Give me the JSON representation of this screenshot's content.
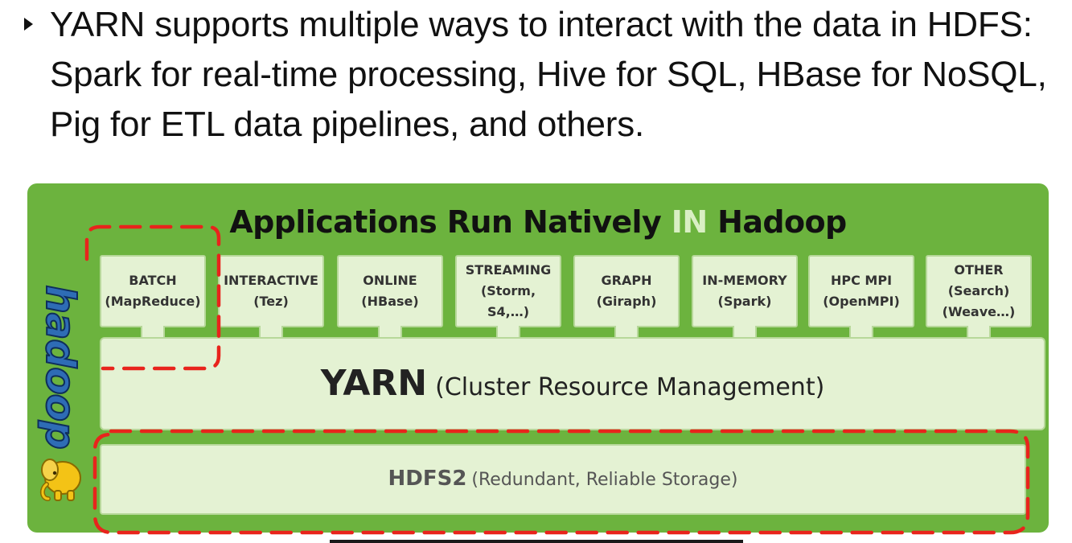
{
  "bullet": {
    "text": "YARN supports multiple ways to interact with the data in HDFS: Spark for real-time processing, Hive for SQL, HBase for NoSQL, Pig for ETL data pipelines, and others."
  },
  "diagram": {
    "title_part1": "Applications Run Natively ",
    "title_highlight": "IN",
    "title_part2": " Hadoop",
    "apps": [
      {
        "line1": "BATCH",
        "line2": "(MapReduce)"
      },
      {
        "line1": "INTERACTIVE",
        "line2": "(Tez)"
      },
      {
        "line1": "ONLINE",
        "line2": "(HBase)"
      },
      {
        "line1": "STREAMING",
        "line2": "(Storm, S4,…)"
      },
      {
        "line1": "GRAPH",
        "line2": "(Giraph)"
      },
      {
        "line1": "IN-MEMORY",
        "line2": "(Spark)"
      },
      {
        "line1": "HPC MPI",
        "line2": "(OpenMPI)"
      },
      {
        "line1": "OTHER",
        "line2": "(Search)",
        "line3": "(Weave…)"
      }
    ],
    "yarn_name": "YARN",
    "yarn_desc": "(Cluster Resource Management)",
    "hdfs_name": "HDFS2",
    "hdfs_desc": "(Redundant, Reliable Storage)",
    "logo_text": "hadoop"
  },
  "colors": {
    "diagram_green": "#6cb33e",
    "box_fill": "#e4f2d3",
    "highlight_red": "#e8241c",
    "logo_blue": "#2e6cb5",
    "logo_yellow": "#f3c316"
  },
  "icons": [
    "bullet-triangle-icon",
    "hadoop-elephant-icon"
  ]
}
